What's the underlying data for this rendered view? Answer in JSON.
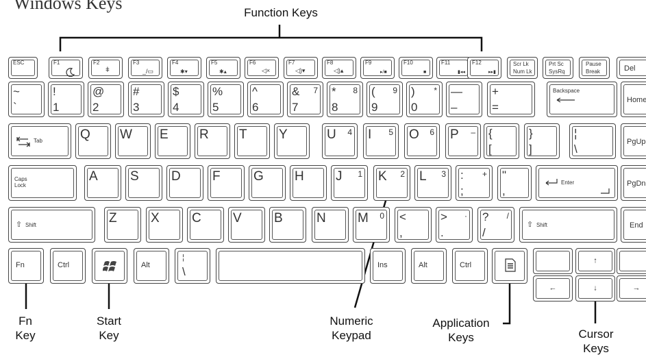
{
  "header_fragment": "Windows Keys",
  "callouts": {
    "function_keys": "Function Keys",
    "fn_key": [
      "Fn",
      "Key"
    ],
    "start_key": [
      "Start",
      "Key"
    ],
    "numeric_keypad": [
      "Numeric",
      "Keypad"
    ],
    "application_keys": [
      "Application",
      "Keys"
    ],
    "cursor_keys": [
      "Cursor",
      "Keys"
    ]
  },
  "row_function": [
    "ESC",
    "F1",
    "F2",
    "F3",
    "F4",
    "F5",
    "F6",
    "F7",
    "F8",
    "F9",
    "F10",
    "F11",
    "F12"
  ],
  "row_function_right": [
    [
      "Scr Lk",
      "Num Lk"
    ],
    [
      "Prt Sc",
      "SysRq"
    ],
    [
      "Pause",
      "Break"
    ],
    "Del"
  ],
  "row_numbers": [
    {
      "top": "~",
      "bottom": "`"
    },
    {
      "top": "!",
      "bottom": "1"
    },
    {
      "top": "@",
      "bottom": "2"
    },
    {
      "top": "#",
      "bottom": "3"
    },
    {
      "top": "$",
      "bottom": "4"
    },
    {
      "top": "%",
      "bottom": "5"
    },
    {
      "top": "^",
      "bottom": "6"
    },
    {
      "top": "&",
      "bottom": "7",
      "pad": "7"
    },
    {
      "top": "*",
      "bottom": "8",
      "pad": "8"
    },
    {
      "top": "(",
      "bottom": "9",
      "pad": "9"
    },
    {
      "top": ")",
      "bottom": "0",
      "pad": "*"
    },
    {
      "top": "—",
      "bottom": "–"
    },
    {
      "top": "+",
      "bottom": "="
    }
  ],
  "backspace": "Backspace",
  "home": "Home",
  "tab": "Tab",
  "row_qwerty": [
    {
      "k": "Q"
    },
    {
      "k": "W"
    },
    {
      "k": "E"
    },
    {
      "k": "R"
    },
    {
      "k": "T"
    },
    {
      "k": "Y"
    },
    {
      "k": "U",
      "pad": "4"
    },
    {
      "k": "I",
      "pad": "5"
    },
    {
      "k": "O",
      "pad": "6"
    },
    {
      "k": "P",
      "pad": "–"
    },
    {
      "top": "{",
      "bottom": "["
    },
    {
      "top": "}",
      "bottom": "]"
    },
    {
      "top": "¦",
      "bottom": "\\"
    }
  ],
  "pgup": "PgUp",
  "caps": [
    "Caps",
    "Lock"
  ],
  "row_asdf": [
    {
      "k": "A"
    },
    {
      "k": "S"
    },
    {
      "k": "D"
    },
    {
      "k": "F"
    },
    {
      "k": "G"
    },
    {
      "k": "H"
    },
    {
      "k": "J",
      "pad": "1"
    },
    {
      "k": "K",
      "pad": "2"
    },
    {
      "k": "L",
      "pad": "3"
    },
    {
      "top": ":",
      "bottom": ";",
      "pad": "+"
    },
    {
      "top": "\"",
      "bottom": ","
    }
  ],
  "enter": "Enter",
  "pgdn": "PgDn",
  "shift": "Shift",
  "row_zxcv": [
    {
      "k": "Z"
    },
    {
      "k": "X"
    },
    {
      "k": "C"
    },
    {
      "k": "V"
    },
    {
      "k": "B"
    },
    {
      "k": "N"
    },
    {
      "k": "M",
      "pad": "0"
    },
    {
      "top": "<",
      "bottom": ","
    },
    {
      "top": ">",
      "bottom": ".",
      "pad": "·"
    },
    {
      "top": "?",
      "bottom": "/",
      "pad": "/"
    }
  ],
  "end": "End",
  "bottom_row": {
    "fn": "Fn",
    "ctrl": "Ctrl",
    "alt": "Alt",
    "pipe_top": "¦",
    "pipe_bottom": "\\",
    "ins": "Ins",
    "alt_r": "Alt",
    "ctrl_r": "Ctrl"
  },
  "arrows": {
    "up": "↑",
    "down": "↓",
    "left": "←",
    "right": "→"
  },
  "colors": {
    "line": "#111111",
    "key_border": "#444444",
    "text": "#333333"
  }
}
